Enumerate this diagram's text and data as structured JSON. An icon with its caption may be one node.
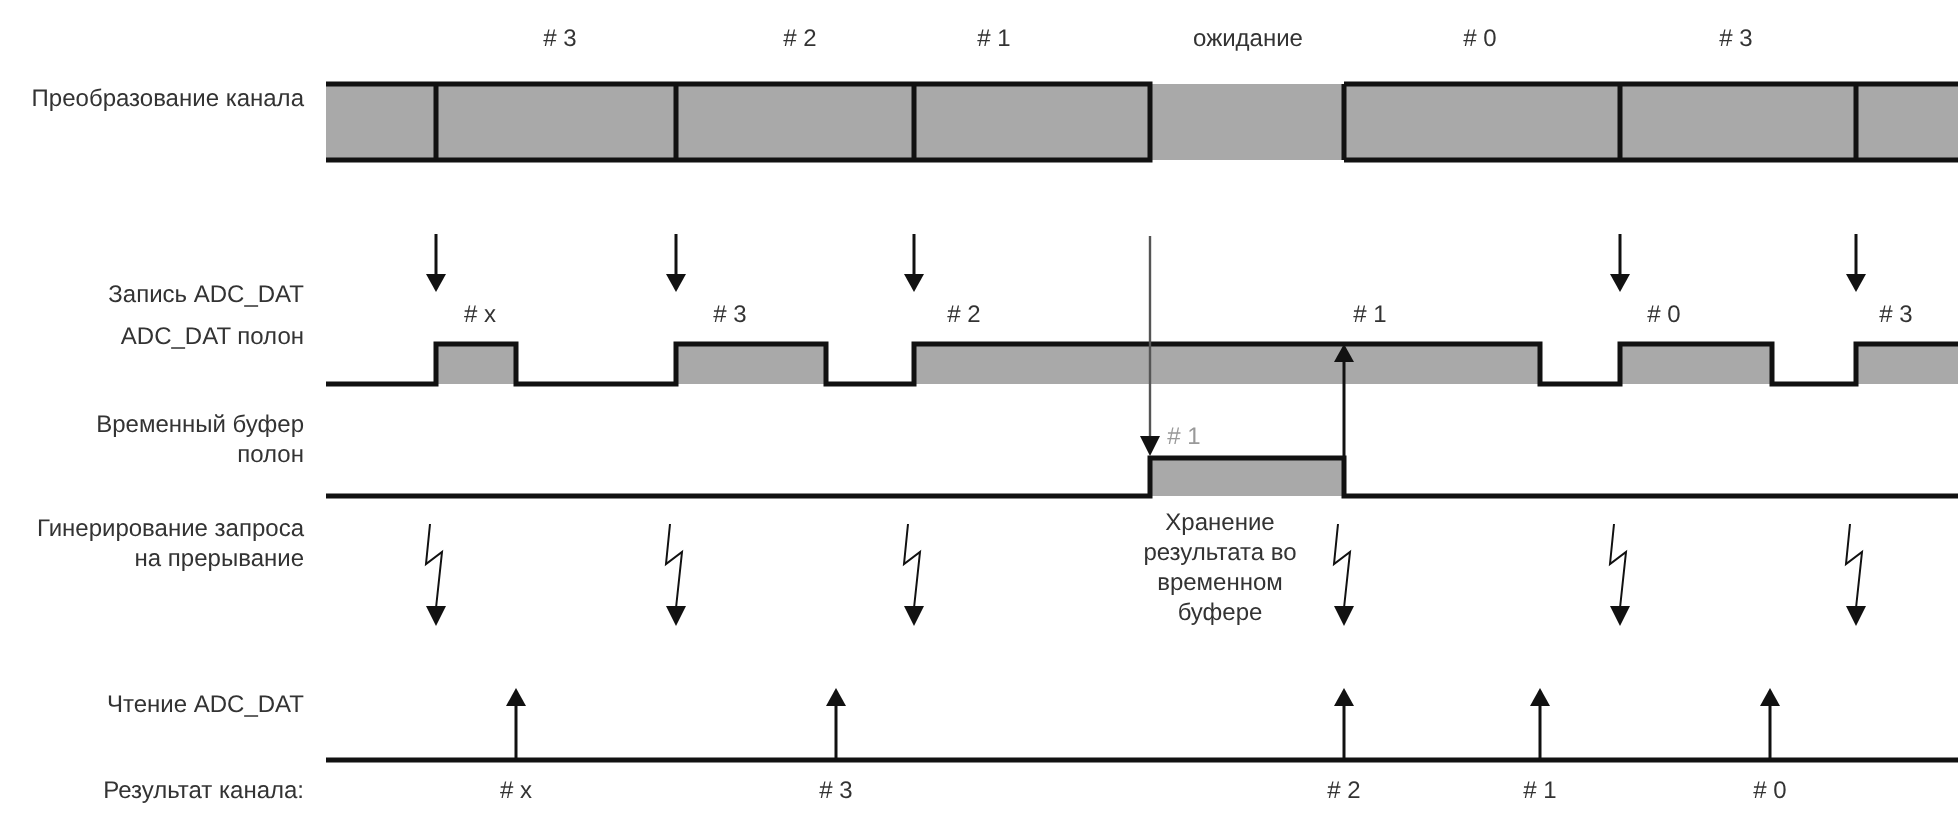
{
  "diagram": {
    "labels": [
      "# 3",
      "# 2",
      "# 1",
      "ожидание",
      "# 0",
      "# 3",
      "Преобразование канала",
      "Запись ADC_DAT",
      "ADC_DAT полон",
      "# x",
      "# 3",
      "# 2",
      "# 1",
      "# 0",
      "# 3",
      "Временный буфер полон",
      "# 1",
      "Гинерирование запроса на прерывание",
      "Хранение результата во временном буфере",
      "Чтение ADC_DAT",
      "Результат канала:",
      "# x",
      "# 3",
      "# 2",
      "# 1",
      "# 0"
    ]
  }
}
